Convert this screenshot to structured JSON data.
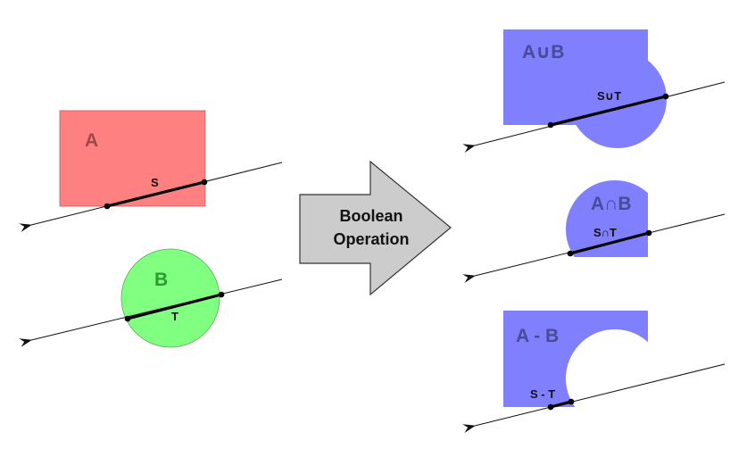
{
  "inputs": {
    "shape_a": {
      "label": "A",
      "segment_label": "S",
      "color": "#ff8080",
      "label_color": "#a04848"
    },
    "shape_b": {
      "label": "B",
      "segment_label": "T",
      "color": "#80ff80",
      "label_color": "#2e9a2e"
    }
  },
  "operation_arrow": {
    "line1": "Boolean",
    "line2": "Operation",
    "color": "#cccccc"
  },
  "results": {
    "union": {
      "label": "A∪B",
      "segment_label": "S∪T"
    },
    "intersection": {
      "label": "A∩B",
      "segment_label": "S∩T"
    },
    "difference": {
      "label": "A - B",
      "segment_label": "S - T"
    },
    "color": "#8080ff",
    "label_color": "#4a4a9a"
  }
}
